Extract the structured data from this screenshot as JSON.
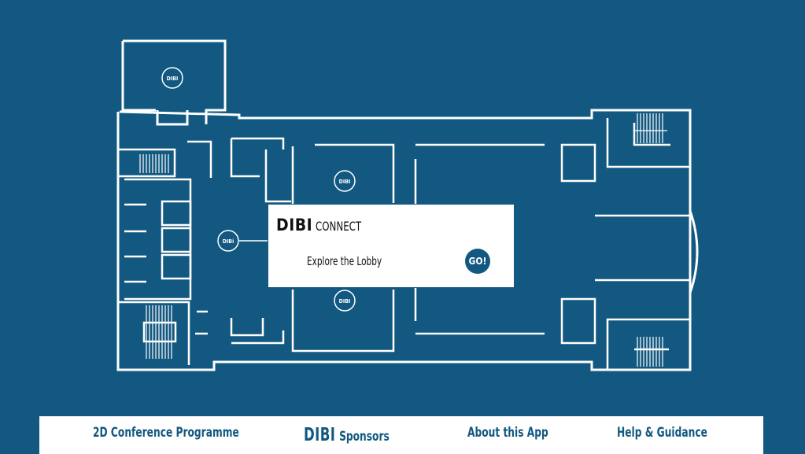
{
  "colors": {
    "background": "#125880",
    "wall": "#ffffff",
    "panel": "#ffffff",
    "accent": "#125880"
  },
  "map": {
    "badge_text": "DIBI",
    "badges": [
      {
        "name": "map-badge-top-room",
        "label": "DIBI"
      },
      {
        "name": "map-badge-left-hall",
        "label": "DIBi"
      },
      {
        "name": "map-badge-upper-room",
        "label": "DIBI"
      },
      {
        "name": "map-badge-lower-room",
        "label": "DIBI"
      }
    ]
  },
  "dialog": {
    "logo": "DIBI",
    "title": "CONNECT",
    "subtitle": "Explore the Lobby",
    "go_label": "GO!"
  },
  "nav": {
    "programme": "2D Conference Programme",
    "sponsors_logo": "DIBI",
    "sponsors": "Sponsors",
    "about": "About this App",
    "help": "Help & Guidance"
  }
}
